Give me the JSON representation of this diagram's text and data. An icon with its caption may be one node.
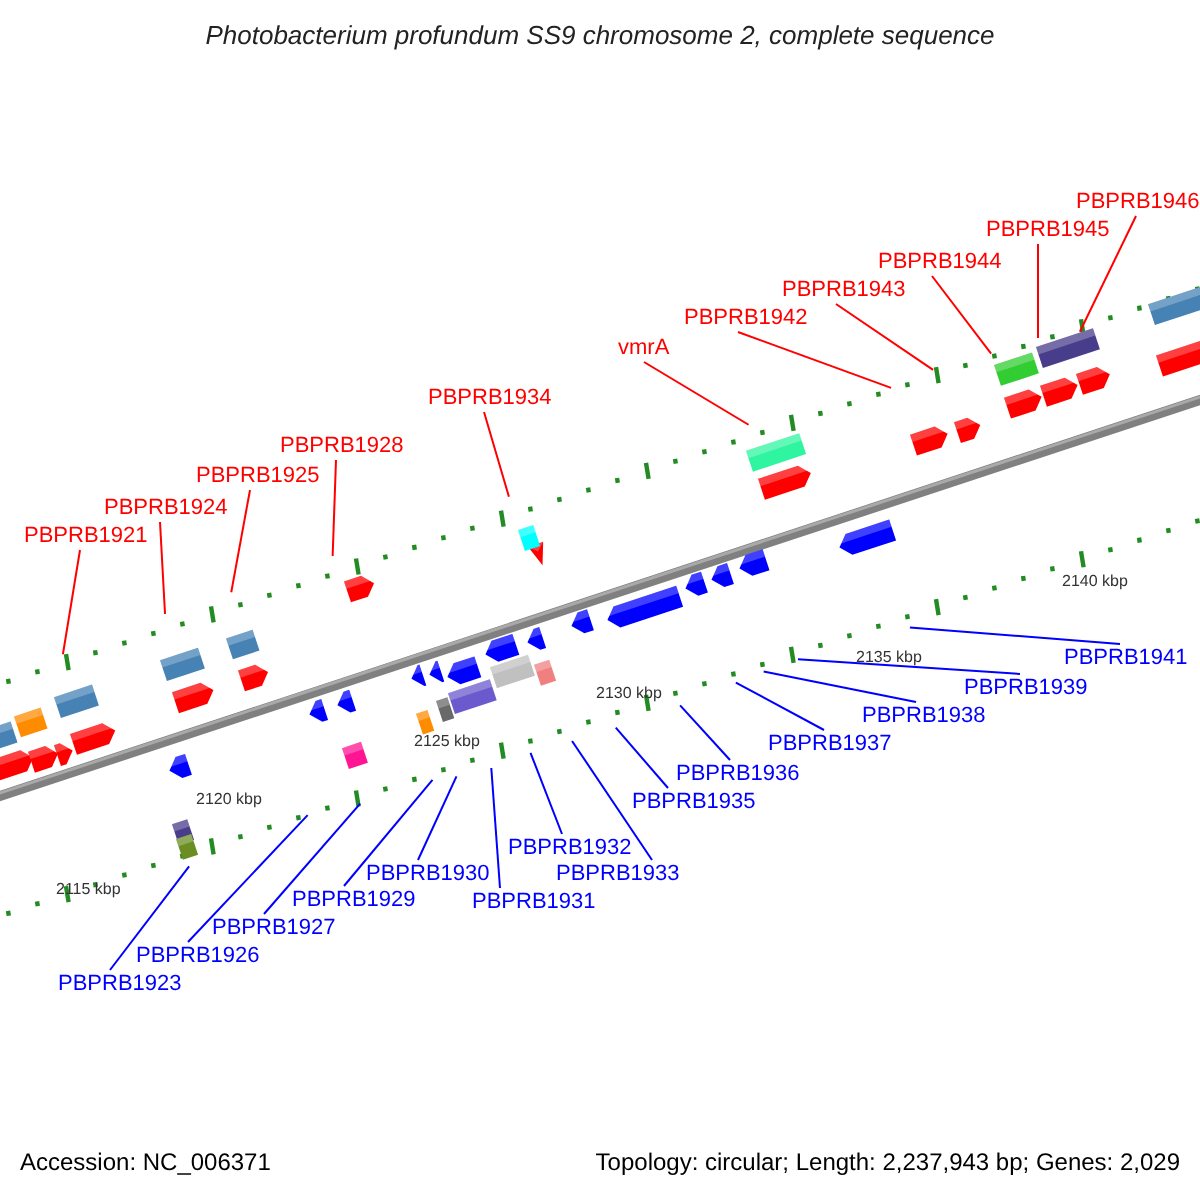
{
  "diagram": {
    "title": "Photobacterium profundum SS9 chromosome 2, complete sequence",
    "nodes": [
      {
        "text": [
          "PBPRB1921"
        ]
      },
      {
        "text": [
          "PBPRB1924"
        ]
      },
      {
        "text": [
          "PBPRB1925"
        ]
      },
      {
        "text": [
          "PBPRB1928"
        ]
      },
      {
        "text": [
          "PBPRB1934"
        ]
      },
      {
        "text": [
          "vmrA"
        ]
      },
      {
        "text": [
          "PBPRB1942"
        ]
      },
      {
        "text": [
          "PBPRB1943"
        ]
      },
      {
        "text": [
          "PBPRB1944"
        ]
      },
      {
        "text": [
          "PBPRB1945"
        ]
      },
      {
        "text": [
          "PBPRB1946"
        ]
      },
      {
        "text": [
          "PBPRB1941"
        ]
      },
      {
        "text": [
          "PBPRB1939"
        ]
      },
      {
        "text": [
          "PBPRB1938"
        ]
      },
      {
        "text": [
          "PBPRB1937"
        ]
      },
      {
        "text": [
          "PBPRB1936"
        ]
      },
      {
        "text": [
          "PBPRB1935"
        ]
      },
      {
        "text": [
          "PBPRB1932"
        ]
      },
      {
        "text": [
          "PBPRB1930"
        ]
      },
      {
        "text": [
          "PBPRB1933"
        ]
      },
      {
        "text": [
          "PBPRB1929"
        ]
      },
      {
        "text": [
          "PBPRB1931"
        ]
      },
      {
        "text": [
          "PBPRB1927"
        ]
      },
      {
        "text": [
          "PBPRB1926"
        ]
      },
      {
        "text": [
          "PBPRB1923"
        ]
      }
    ],
    "edges": [
      {
        "from": 0,
        "to": null,
        "arrow": "none",
        "color": "#ff0000"
      },
      {
        "from": 1,
        "to": null,
        "arrow": "none",
        "color": "#ff0000"
      },
      {
        "from": 2,
        "to": null,
        "arrow": "none",
        "color": "#ff0000"
      },
      {
        "from": 3,
        "to": null,
        "arrow": "none",
        "color": "#ff0000"
      },
      {
        "from": 4,
        "to": null,
        "arrow": "none",
        "color": "#ff0000"
      },
      {
        "from": 5,
        "to": null,
        "arrow": "none",
        "color": "#ff0000"
      },
      {
        "from": 6,
        "to": null,
        "arrow": "none",
        "color": "#ff0000"
      },
      {
        "from": 7,
        "to": null,
        "arrow": "none",
        "color": "#ff0000"
      },
      {
        "from": 8,
        "to": null,
        "arrow": "none",
        "color": "#ff0000"
      },
      {
        "from": 9,
        "to": null,
        "arrow": "none",
        "color": "#ff0000"
      },
      {
        "from": 10,
        "to": null,
        "arrow": "none",
        "color": "#ff0000"
      },
      {
        "from": 11,
        "to": null,
        "arrow": "none"
      },
      {
        "from": 12,
        "to": null,
        "arrow": "none"
      },
      {
        "from": 13,
        "to": null,
        "arrow": "none"
      },
      {
        "from": 14,
        "to": null,
        "arrow": "none"
      },
      {
        "from": 15,
        "to": null,
        "arrow": "none"
      },
      {
        "from": 16,
        "to": null,
        "arrow": "none"
      },
      {
        "from": 17,
        "to": null,
        "arrow": "none"
      },
      {
        "from": 18,
        "to": null,
        "arrow": "none"
      },
      {
        "from": 19,
        "to": null,
        "arrow": "none"
      },
      {
        "from": 20,
        "to": null,
        "arrow": "none"
      },
      {
        "from": 21,
        "to": null,
        "arrow": "none"
      },
      {
        "from": 22,
        "to": null,
        "arrow": "none"
      },
      {
        "from": 23,
        "to": null,
        "arrow": "none"
      },
      {
        "from": 24,
        "to": null,
        "arrow": "none"
      }
    ],
    "labels": [
      "2140 kbp",
      "2135 kbp",
      "2130 kbp",
      "2125 kbp",
      "2120 kbp",
      "2115 kbp",
      "Accession: NC_006371",
      "Topology: circular; Length: 2,237,943 bp; Genes: 2,029"
    ]
  }
}
